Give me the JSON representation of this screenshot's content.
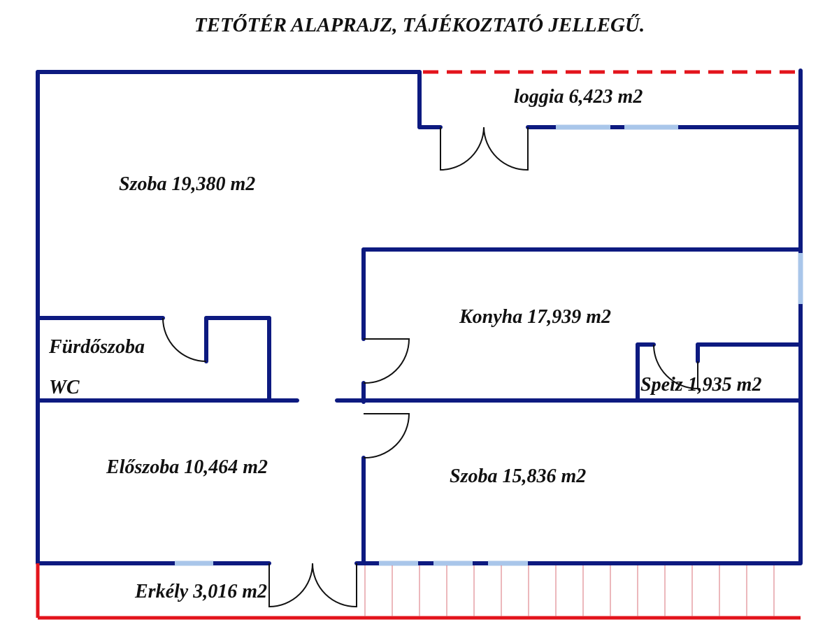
{
  "title": "TETŐTÉR ALAPRAJZ, TÁJÉKOZTATÓ JELLEGŰ.",
  "rooms": {
    "loggia": "loggia 6,423 m2",
    "szoba1": "Szoba 19,380 m2",
    "konyha": "Konyha 17,939 m2",
    "furdo": "Fürdőszoba",
    "wc": "WC",
    "speiz": "Speiz 1,935 m2",
    "eloszoba": "Előszoba 10,464 m2",
    "szoba2": "Szoba 15,836 m2",
    "erkely": "Erkély 3,016 m2"
  },
  "colors": {
    "wall": "#0d1a80",
    "window": "#a9c6ea",
    "balcony": "#e3141c",
    "door": "#111111"
  }
}
